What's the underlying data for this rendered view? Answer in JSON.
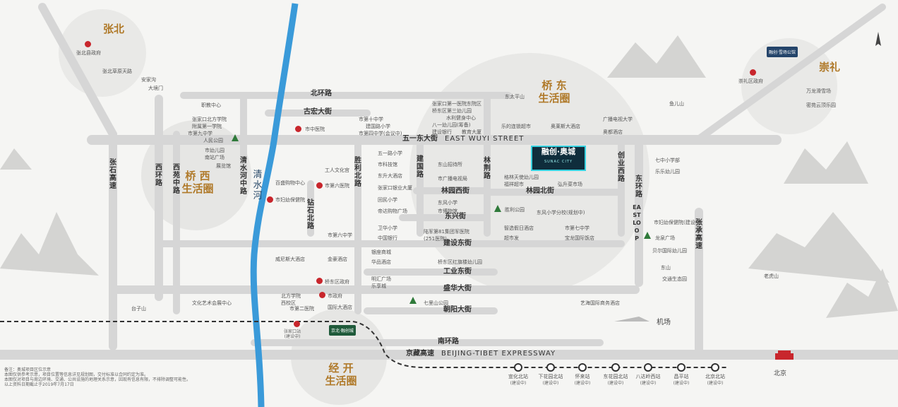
{
  "cities": {
    "zhangbei": "张北",
    "chongli": "崇礼",
    "beijing": "北京"
  },
  "districts": {
    "qiaoxi": "桥 西\n生活圈",
    "qiaodong": "桥 东\n生活圈",
    "jingkai": "经 开\n生活圈"
  },
  "river": "清水河",
  "roads": {
    "beihuan": "北环路",
    "guhong": "古宏大街",
    "wuyi": "五一东大街",
    "wuyi_en": "EAST WUYI STREET",
    "linyuanxi": "林园西街",
    "linyuanbei": "林园北街",
    "dongxing": "东兴街",
    "jianshedong": "建设东街",
    "gongyedong": "工业东街",
    "shenghua": "盛华大街",
    "chaoyang": "朝阳大街",
    "nanhuan": "南环路",
    "jingzang": "京藏高速",
    "jingzang_en": "BEIJING-TIBET EXPRESSWAY",
    "zhangshi": "张石高速",
    "xihuan": "西环路",
    "xiyuanzhong": "西苑中路",
    "qingshuihezhong": "清水河中路",
    "zuanshibei": "钻石北路",
    "shenglibei": "胜利北路",
    "jianguo": "建国路",
    "linjing": "林荆路",
    "chuangyexi": "创业西路",
    "donghuan": "东环路",
    "eastloop": "EAST LOOP",
    "zhangcheng": "张承高速"
  },
  "project": {
    "name": "融创·奥城",
    "sub": "SUNAC CITY"
  },
  "zhangbei_pois": [
    "张北县政府",
    "张北草原天路",
    "安家沟",
    "大境门"
  ],
  "chongli_pois": [
    "崇礼区政府",
    "万龙滑雪场",
    "密苑云顶乐园",
    "融创·雪场公馆"
  ],
  "pois": {
    "zhizhiao": "职教中心",
    "zhangjiakou_univ": "张家口北方学院\n附属第一学院",
    "school9": "市第九中学",
    "renmin_park": "人民公园",
    "kindergarten": "市幼儿园",
    "nanzhan": "南站广场",
    "zhanlan": "展览馆",
    "hospital_city": "市中医院",
    "baisheng": "百盛购物中心",
    "fuyou": "市妇幼保健院",
    "workers": "工人文化宫",
    "hospital6": "市第六医院",
    "school10": "市第十中学",
    "school4": "市第四中学(会议中)",
    "jianguo_school": "建国路小学",
    "wuyi_school": "五一路小学",
    "keji": "市科技馆",
    "dongsheng": "东升大酒店",
    "yuyin": "张家口银业大厦",
    "huimin": "回民小学",
    "diguo": "帝达购物广场",
    "dongshan": "东山招待所",
    "broadcast": "市广播电视局",
    "dongfeng": "东风小学",
    "museum": "市博物馆",
    "weihua": "卫华小学",
    "bank": "中国银行",
    "army": "陆军第81集团军医院\n(251医院)",
    "hosp1": "张家口第一医院东院区",
    "qiaodong_kinder": "桥东区第三幼儿园",
    "water": "水利健身中心",
    "bayi": "八一幼儿园(筹备)",
    "bank2": "建设银行",
    "edu": "教育大厦",
    "taiping": "东太平山",
    "lianhuan": "乐的连锁超市",
    "olympic_hotel": "奥莱斯大酒店",
    "tv": "广播电视大学",
    "olympic": "奥都酒店",
    "gelin": "格林天使幼儿园",
    "fuxiang": "福祥超市",
    "hongsheng": "弘升菜市场",
    "shengli_park": "胜利公园",
    "dongfeng2": "东风小学分校(规划中)",
    "zhihao": "智选假日酒店",
    "middle7": "市第七中学",
    "chaoshifa": "超市发",
    "baolong": "宝龙国际饭店",
    "primary7": "七中小学部",
    "lele": "乐乐幼儿园",
    "fuyou2": "市妇幼保健院(建设中)",
    "longquan": "龙泉广场",
    "beier": "贝尔国际幼儿园",
    "dongshan2": "东山",
    "jiaotong": "交通生态园",
    "laohu": "老虎山",
    "yaer": "鱼儿山",
    "middle6": "市第六中学",
    "weinisi": "威尼斯大酒店",
    "jinhao": "金豪酒店",
    "yinzuo": "银座商城",
    "huapin": "华品酒店",
    "qiaodong_gov": "桥东区政府",
    "wenhua": "文化艺术会展中心",
    "taizi": "台子山",
    "beifang": "北方学院\n西校区",
    "gov": "市政府",
    "hosp2": "市第二医院",
    "guoji": "国际大酒店",
    "minghui": "明汇广场",
    "lemai": "乐享城",
    "hongqi": "桥东区红旗楼幼儿园",
    "qili": "七里山公园",
    "yihai": "艺海国际商务酒店",
    "airport": "机场",
    "zhangjiakou_station": "张家口站\n(建设中)",
    "jingkai_badge": "京北·融创城"
  },
  "stations": [
    {
      "name": "宣化北站",
      "sub": "(建设中)"
    },
    {
      "name": "下花园北站",
      "sub": "(建设中)"
    },
    {
      "name": "怀来站",
      "sub": "(建设中)"
    },
    {
      "name": "东花园北站",
      "sub": "(建设中)"
    },
    {
      "name": "八达岭西站",
      "sub": "(建设中)"
    },
    {
      "name": "昌平站",
      "sub": "(建设中)"
    },
    {
      "name": "北京北站",
      "sub": "(建设中)"
    }
  ],
  "note": "备注：奥城项目区位示意\n本图仅供参考示意，项目位置等信息详见规划图，交付标准以合同约定为准。\n本图仅对项目与周边环境、交通、公共设施的地理关系示意，因现有信息有限，不排除调整可能性。\n以上资料日期截止于2019年7月17日",
  "colors": {
    "road": "#d9d9d9",
    "river": "#3a9ad9",
    "brand": "#b07a2a",
    "red": "#c8262c"
  }
}
